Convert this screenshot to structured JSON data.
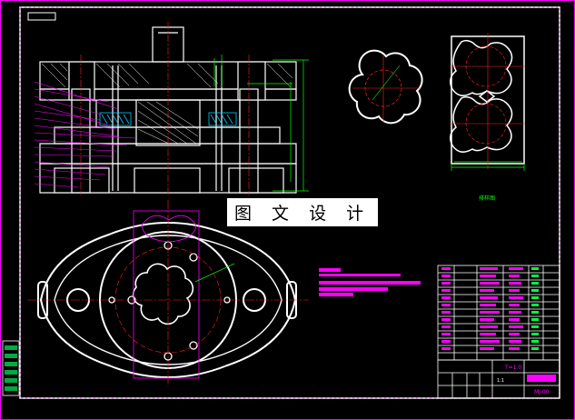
{
  "title_block": {
    "drawing_number": "MJ-00",
    "scale": "1:1",
    "material_label": "T=1.0"
  },
  "watermark": {
    "text": "图 文 设 计"
  },
  "part_label": "排样图",
  "colors": {
    "background": "#000000",
    "outline": "#ffffff",
    "center_line": "#ff2020",
    "dimension": "#00ff00",
    "leader": "#ff00ff",
    "hatch": "#00ccff",
    "frame": "#ff00ff"
  }
}
